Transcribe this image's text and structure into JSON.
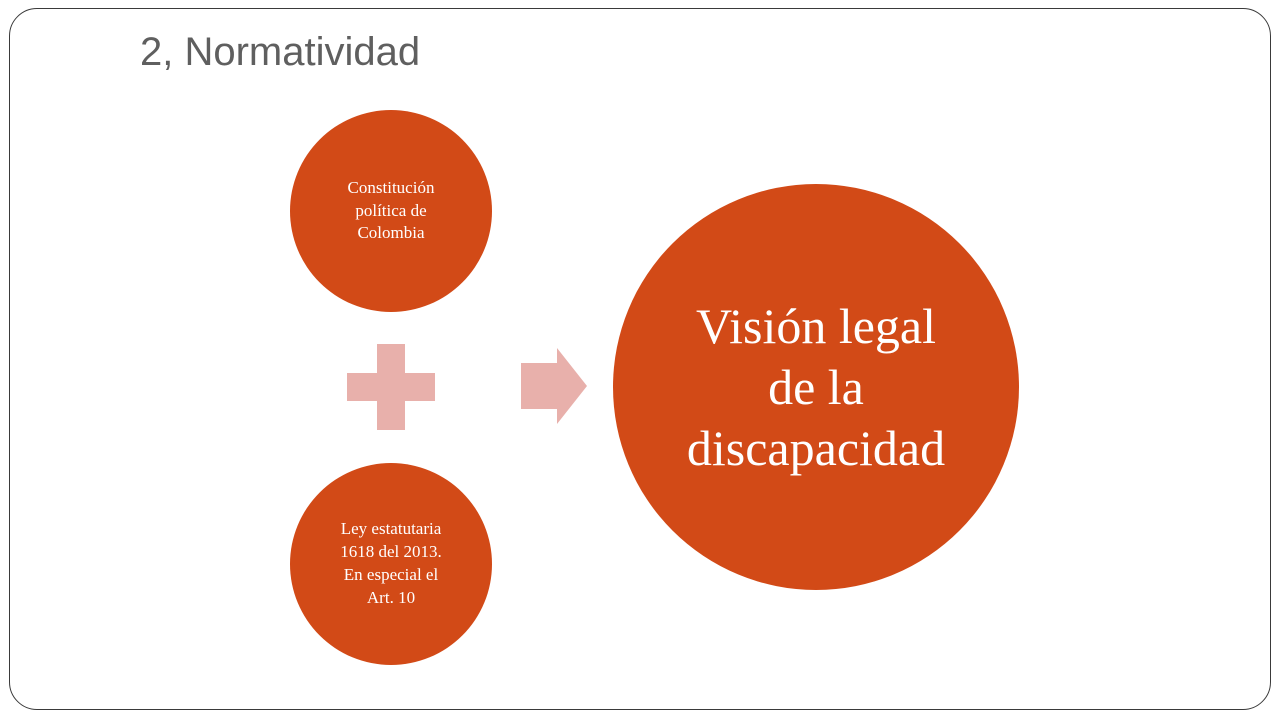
{
  "slide": {
    "title": "2, Normatividad"
  },
  "diagram": {
    "inputs": [
      {
        "label": "Constitución\npolítica de\nColombia"
      },
      {
        "label": "Ley  estatutaria\n1618 del 2013.\nEn especial el\nArt. 10"
      }
    ],
    "result": {
      "label": "Visión legal\nde la\ndiscapacidad"
    },
    "operator_icon": "plus-icon",
    "connector_icon": "arrow-right-icon"
  },
  "colors": {
    "circle_fill": "#d24a17",
    "connector_fill": "#e8b0ab",
    "title_text": "#5f5f5f",
    "circle_text": "#ffffff",
    "frame_border": "#3a3a3a"
  }
}
